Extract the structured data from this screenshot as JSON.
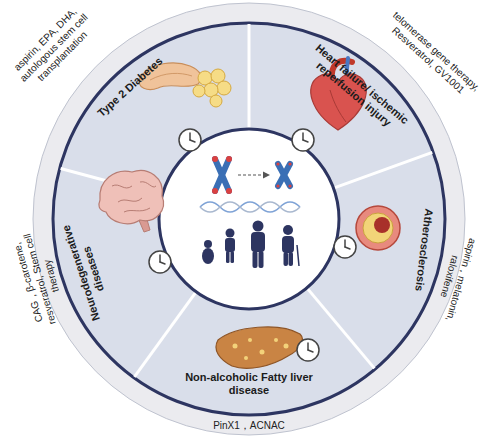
{
  "diagram": {
    "nodes": [
      {
        "text": [
          "Type 2 Diabetes"
        ]
      },
      {
        "text": [
          "Heart failure/ ischemic reperfusion injury"
        ]
      },
      {
        "text": [
          "Atherosclerosis"
        ]
      },
      {
        "text": [
          "Non-alcoholic Fatty liver disease"
        ]
      },
      {
        "text": [
          "Neurodegenerative diseases"
        ]
      }
    ],
    "labels": [
      "aspirin, EPA, DHA, autologous stem cell transplantation",
      "telomerase gene therapy, Resveratrol, GV1001",
      "aspirin，melatonin, raloxifene",
      "PinX1，ACNAC",
      "CAG，β-carotene, resveratrol, Stem cell therapy"
    ]
  }
}
